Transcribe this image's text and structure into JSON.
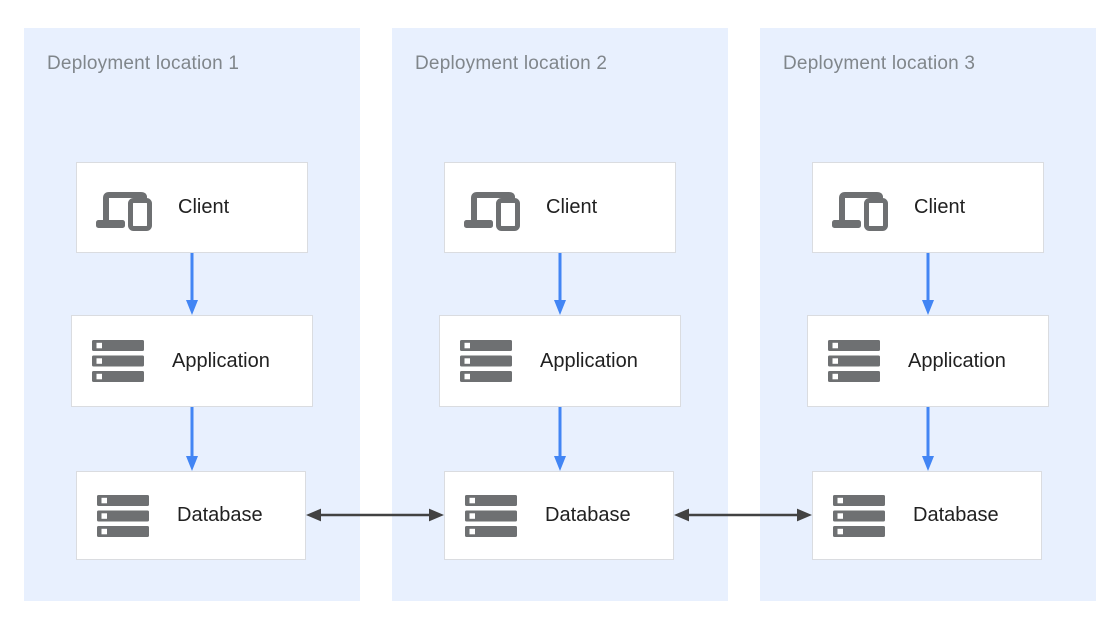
{
  "diagram": {
    "panels": [
      {
        "title": "Deployment location 1",
        "nodes": [
          {
            "label": "Client",
            "icon": "client-devices-icon"
          },
          {
            "label": "Application",
            "icon": "server-stack-icon"
          },
          {
            "label": "Database",
            "icon": "server-stack-icon"
          }
        ]
      },
      {
        "title": "Deployment location 2",
        "nodes": [
          {
            "label": "Client",
            "icon": "client-devices-icon"
          },
          {
            "label": "Application",
            "icon": "server-stack-icon"
          },
          {
            "label": "Database",
            "icon": "server-stack-icon"
          }
        ]
      },
      {
        "title": "Deployment location 3",
        "nodes": [
          {
            "label": "Client",
            "icon": "client-devices-icon"
          },
          {
            "label": "Application",
            "icon": "server-stack-icon"
          },
          {
            "label": "Database",
            "icon": "server-stack-icon"
          }
        ]
      }
    ],
    "connections": [
      {
        "panel": "Deployment location 1",
        "from": "Client",
        "to": "Application",
        "direction": "down"
      },
      {
        "panel": "Deployment location 1",
        "from": "Application",
        "to": "Database",
        "direction": "down"
      },
      {
        "panel": "Deployment location 2",
        "from": "Client",
        "to": "Application",
        "direction": "down"
      },
      {
        "panel": "Deployment location 2",
        "from": "Application",
        "to": "Database",
        "direction": "down"
      },
      {
        "panel": "Deployment location 3",
        "from": "Client",
        "to": "Application",
        "direction": "down"
      },
      {
        "panel": "Deployment location 3",
        "from": "Application",
        "to": "Database",
        "direction": "down"
      },
      {
        "from": "Database (Deployment location 1)",
        "to": "Database (Deployment location 2)",
        "direction": "bidirectional"
      },
      {
        "from": "Database (Deployment location 2)",
        "to": "Database (Deployment location 3)",
        "direction": "bidirectional"
      }
    ],
    "colors": {
      "panel_background": "#e8f0fe",
      "node_background": "#ffffff",
      "node_border": "#dadce0",
      "icon_gray": "#6e7072",
      "panel_title_text": "#80868b",
      "node_label_text": "#212121",
      "flow_arrow": "#4285f4",
      "replication_arrow": "#424242"
    }
  }
}
